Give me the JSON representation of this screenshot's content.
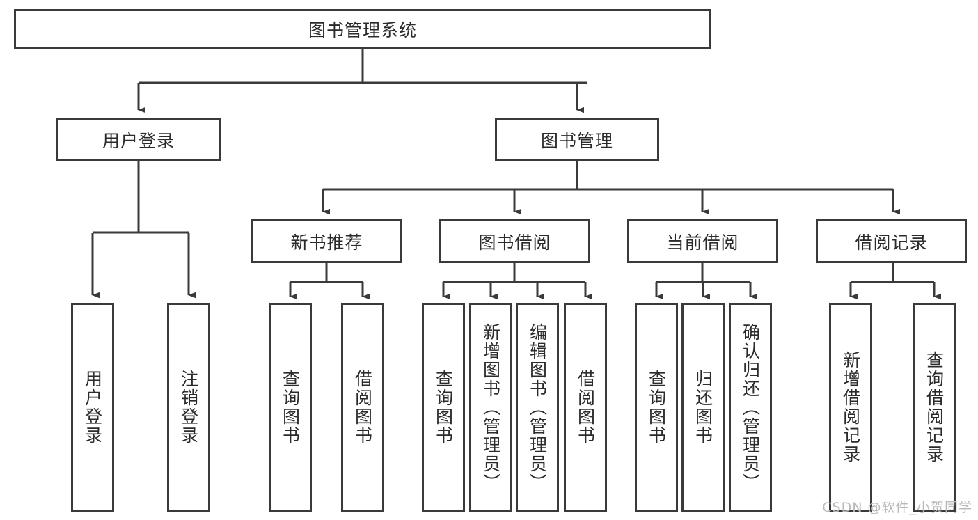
{
  "diagram": {
    "title": "图书管理系统",
    "type": "tree-hierarchy",
    "root": {
      "label": "图书管理系统"
    },
    "level2": [
      {
        "label": "用户登录"
      },
      {
        "label": "图书管理"
      }
    ],
    "level3": [
      {
        "label": "新书推荐"
      },
      {
        "label": "图书借阅"
      },
      {
        "label": "当前借阅"
      },
      {
        "label": "借阅记录"
      }
    ],
    "leaves": {
      "user_login": [
        {
          "label": "用户登录"
        },
        {
          "label": "注销登录"
        }
      ],
      "new_book_recommend": [
        {
          "label": "查询图书"
        },
        {
          "label": "借阅图书"
        }
      ],
      "book_borrow": [
        {
          "label": "查询图书"
        },
        {
          "label": "新增图书（管理员）"
        },
        {
          "label": "编辑图书（管理员）"
        },
        {
          "label": "借阅图书"
        }
      ],
      "current_borrow": [
        {
          "label": "查询图书"
        },
        {
          "label": "归还图书"
        },
        {
          "label": "确认归还（管理员）"
        }
      ],
      "borrow_record": [
        {
          "label": "新增借阅记录"
        },
        {
          "label": "查询借阅记录"
        }
      ]
    }
  },
  "watermark": {
    "text": "CSDN @软件_小贺同学"
  },
  "colors": {
    "border": "#3a3a3a",
    "text": "#2b2b2b",
    "background": "#ffffff",
    "watermark": "#b9b9b9"
  }
}
